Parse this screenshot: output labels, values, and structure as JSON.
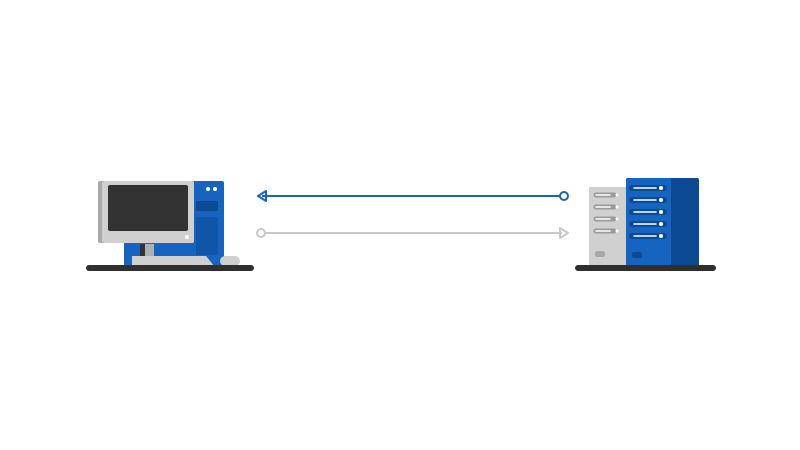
{
  "diagram": {
    "type": "client-server-communication",
    "nodes": [
      {
        "id": "client",
        "icon": "desktop-computer-icon"
      },
      {
        "id": "server",
        "icon": "server-rack-icon"
      }
    ],
    "edges": [
      {
        "from": "server",
        "to": "client",
        "state": "active"
      },
      {
        "from": "client",
        "to": "server",
        "state": "inactive"
      }
    ]
  },
  "colors": {
    "blue": "#1565c0",
    "blue_dark": "#0d4a94",
    "blue_mid": "#1a5fb0",
    "gray_light": "#d0d0d0",
    "gray": "#b5b5b5",
    "gray_dark": "#9a9a9a",
    "screen": "#333333",
    "base": "#2f2f2f",
    "inactive_line": "#c8c8c8"
  }
}
